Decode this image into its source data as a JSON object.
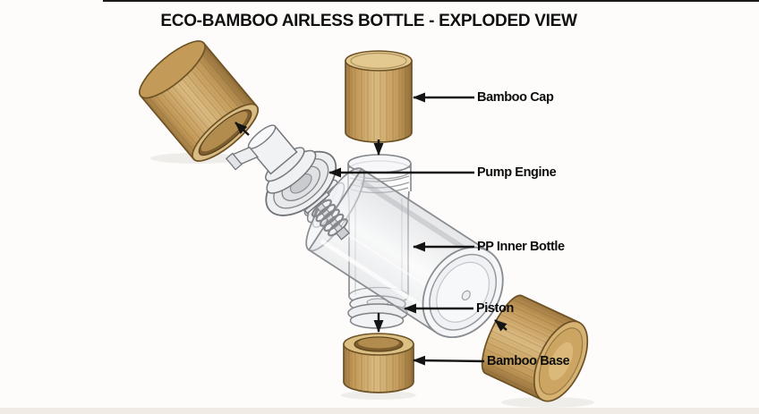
{
  "title": "ECO-BAMBOO AIRLESS BOTTLE - EXPLODED VIEW",
  "labels": {
    "bamboo_cap": "Bamboo Cap",
    "pump_engine": "Pump Engine",
    "pp_inner_bottle": "PP Inner Bottle",
    "piston": "Piston",
    "bamboo_base": "Bamboo Base"
  },
  "parts_shown": [
    "Bamboo Cap (tilted hollow view)",
    "Bamboo Cap (upright view)",
    "Pump Engine with spring",
    "Outer bottle with threaded neck",
    "PP Inner Bottle (tilted transparent cylinder)",
    "Piston (stacked rings)",
    "Bamboo base ring",
    "Bamboo Base (tilted view)"
  ],
  "colors": {
    "background": "#fdfcfa",
    "bamboo": "#cda763",
    "bamboo_dark": "#6d5226",
    "bamboo_light": "#e3c98f",
    "plastic_outline": "#8a8d92",
    "annotation_line": "#141414"
  }
}
